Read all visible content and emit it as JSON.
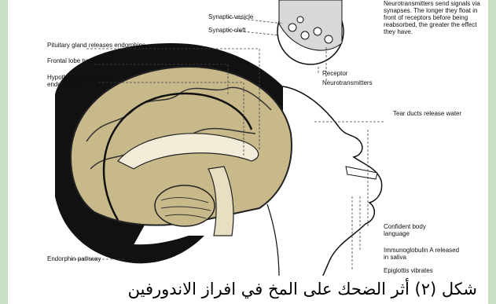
{
  "diagram": {
    "labels": {
      "synaptic_vesicle": "Synaptic vesicle",
      "synaptic_cleft": "Synaptic cleft",
      "pituitary": "Pituitary gland releases endorphins",
      "frontal_lobe": "Frontal lobe tranquilized",
      "hypothalamus": "Hypothalamus releases endorphins",
      "receptor": "Receptor",
      "neurotransmitters": "Neurotransmitters",
      "synapse_note": "Neurotransmitters send signals via synapses. The longer they float in front of receptors before being reabsorbed, the greater the effect they have.",
      "tear_ducts": "Tear ducts release water",
      "confident_body": "Confident body language",
      "immunoglobulin": "Immunoglobulin A released in saliva",
      "endorphin_pathway": "Endorphin pathway",
      "epiglottis": "Epiglottis vibrates"
    },
    "caption": "شكل (٢) أثر الضحك على المخ في افراز الاندورفين"
  },
  "colors": {
    "background_frame": "#c9dfc4",
    "brain_tan": "#c8b98a",
    "hair_black": "#111111",
    "line": "#222222"
  }
}
